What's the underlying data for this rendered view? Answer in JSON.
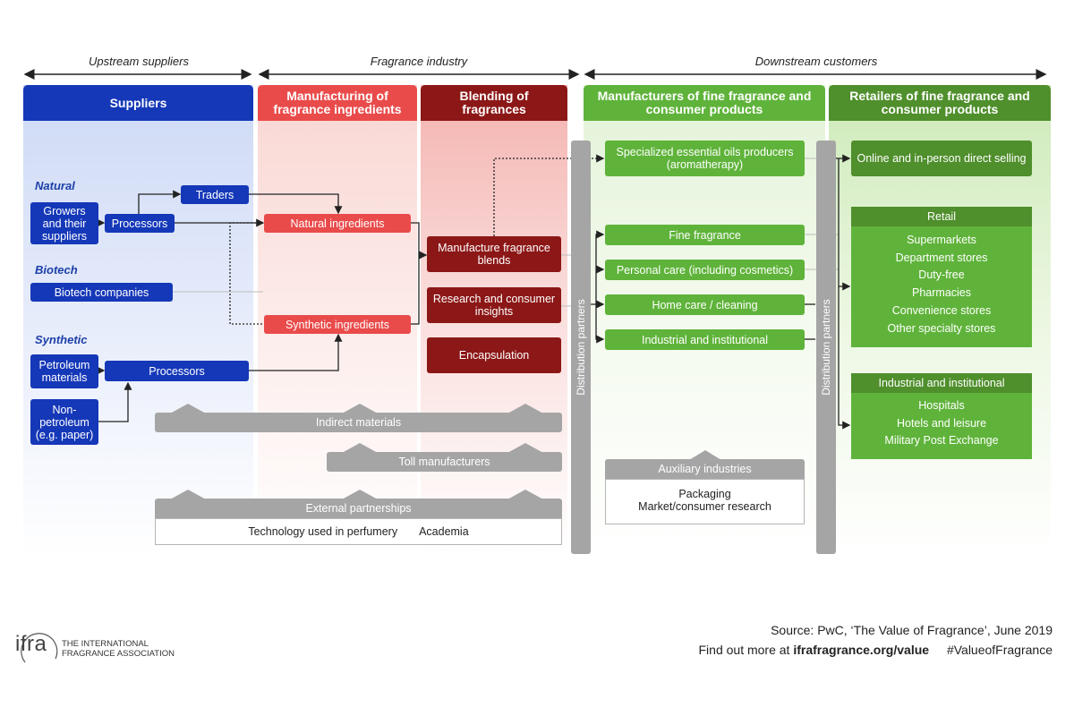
{
  "sections": {
    "upstream": "Upstream suppliers",
    "industry": "Fragrance industry",
    "downstream": "Downstream customers"
  },
  "headers": {
    "suppliers": "Suppliers",
    "manufacturing": "Manufacturing of fragrance ingredients",
    "blending": "Blending of fragrances",
    "manufacturers": "Manufacturers of fine fragrance and consumer products",
    "retailers": "Retailers of fine fragrance and consumer products"
  },
  "supplier_labels": {
    "natural": "Natural",
    "biotech": "Biotech",
    "synthetic": "Synthetic"
  },
  "supplier_boxes": {
    "growers": "Growers and their suppliers",
    "processors_natural": "Processors",
    "traders": "Traders",
    "biotech_companies": "Biotech companies",
    "petroleum": "Petroleum materials",
    "non_petroleum": "Non-petroleum (e.g. paper)",
    "processors_synthetic": "Processors"
  },
  "ingredients": {
    "natural": "Natural ingredients",
    "synthetic": "Synthetic ingredients"
  },
  "blending": {
    "manufacture": "Manufacture fragrance blends",
    "research": "Research and consumer insights",
    "encapsulation": "Encapsulation"
  },
  "distribution": "Distribution partners",
  "manufacturers": {
    "essential_oils": "Specialized essential oils producers (aromatherapy)",
    "fine_fragrance": "Fine fragrance",
    "personal_care": "Personal care (including cosmetics)",
    "home_care": "Home care / cleaning",
    "industrial": "Industrial and institutional"
  },
  "retailers": {
    "online": "Online and in-person direct selling",
    "retail_title": "Retail",
    "retail_items": [
      "Supermarkets",
      "Department stores",
      "Duty-free",
      "Pharmacies",
      "Convenience stores",
      "Other specialty stores"
    ],
    "industrial_title": "Industrial and institutional",
    "industrial_items": [
      "Hospitals",
      "Hotels and leisure",
      "Military Post Exchange"
    ]
  },
  "bands": {
    "indirect": "Indirect materials",
    "toll": "Toll manufacturers",
    "external": "External partnerships",
    "external_items": [
      "Technology used in perfumery",
      "Academia"
    ],
    "auxiliary": "Auxiliary industries",
    "auxiliary_items": [
      "Packaging",
      "Market/consumer research"
    ]
  },
  "footer": {
    "logo_text": "ifra",
    "org_line1": "THE INTERNATIONAL",
    "org_line2": "FRAGRANCE ASSOCIATION",
    "source": "Source: PwC, ‘The Value of Fragrance’, June 2019",
    "find_out": "Find out more at",
    "url": "ifrafragrance.org/value",
    "hashtag": "#ValueofFragrance"
  },
  "colors": {
    "supplier_blue": "#1538b8",
    "ingredient_red": "#e94b4b",
    "blend_darkred": "#8c1717",
    "manufacturer_green": "#5fb33a",
    "retailer_darkgreen": "#4f8f2c",
    "band_grey": "#a5a5a5"
  }
}
